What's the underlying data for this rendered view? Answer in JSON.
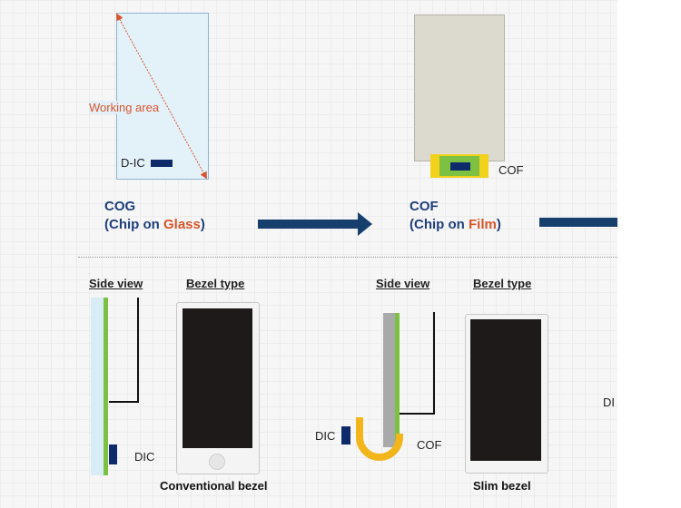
{
  "cog": {
    "working_area": "Working area",
    "dic_label": "D-IC",
    "title_line1": "COG",
    "title_prefix": "(Chip on ",
    "title_highlight": "Glass",
    "title_suffix": ")"
  },
  "cof": {
    "cof_label": "COF",
    "title_line1": "COF",
    "title_prefix": "(Chip on ",
    "title_highlight": "Film",
    "title_suffix": ")"
  },
  "bottom_left": {
    "side_view": "Side view",
    "bezel_type": "Bezel type",
    "dic_label": "DIC",
    "caption": "Conventional bezel"
  },
  "bottom_right": {
    "side_view": "Side view",
    "bezel_type": "Bezel type",
    "dic_label": "DIC",
    "cof_label": "COF",
    "caption": "Slim bezel",
    "cut_label": "DI"
  },
  "colors": {
    "arrow": "#163f6e",
    "highlight": "#d9552b",
    "title": "#1f3f7a",
    "green": "#7dc142",
    "yellow": "#f2b61b",
    "chip": "#0f2a6b"
  }
}
